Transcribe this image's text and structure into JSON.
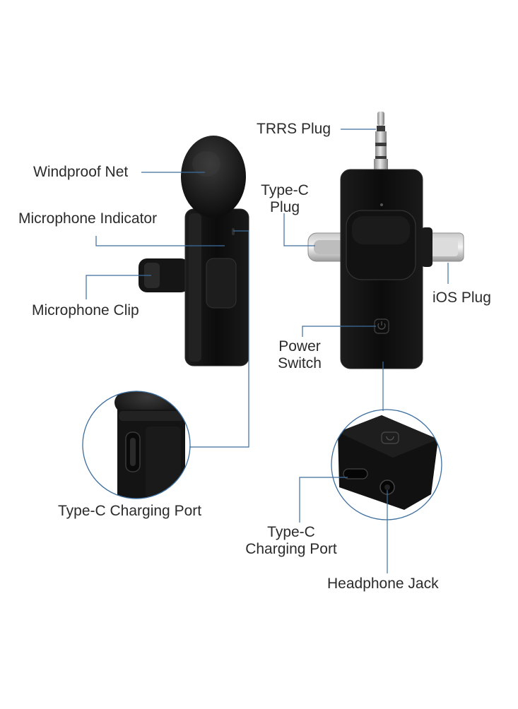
{
  "labels": {
    "trrs_plug": "TRRS Plug",
    "windproof_net": "Windproof Net",
    "type_c_plug_line1": "Type-C",
    "type_c_plug_line2": "Plug",
    "microphone_indicator": "Microphone Indicator",
    "ios_plug": "iOS Plug",
    "microphone_clip": "Microphone Clip",
    "power_switch_line1": "Power",
    "power_switch_line2": "Switch",
    "type_c_charging_port_left": "Type-C Charging Port",
    "type_c_charging_port_right_line1": "Type-C",
    "type_c_charging_port_right_line2": "Charging Port",
    "headphone_jack": "Headphone Jack"
  },
  "colors": {
    "leader_line": "#3d6e9e",
    "device_body": "#111111",
    "device_edge": "#2c2c2c"
  }
}
